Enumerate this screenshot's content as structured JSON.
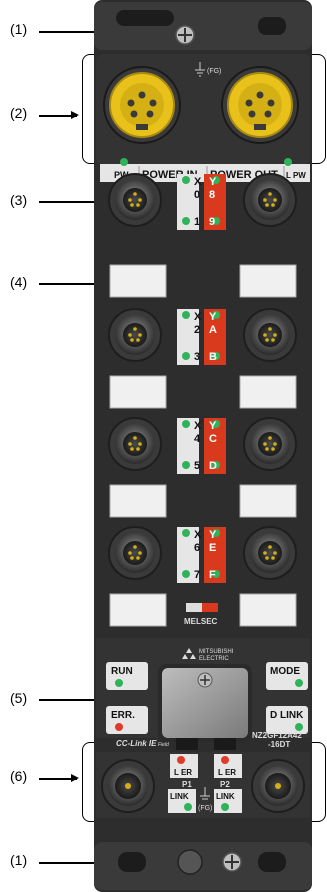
{
  "callouts": [
    {
      "label": "(1)",
      "target": "top-mounting-screw"
    },
    {
      "label": "(2)",
      "target": "power-connectors"
    },
    {
      "label": "(3)",
      "target": "io-connector"
    },
    {
      "label": "(4)",
      "target": "label-plate"
    },
    {
      "label": "(5)",
      "target": "cover"
    },
    {
      "label": "(6)",
      "target": "ethernet-connectors"
    },
    {
      "label": "(1)",
      "target": "bottom-mounting-screw"
    }
  ],
  "device": {
    "fg_top": "(FG)",
    "pw_left": "PW",
    "power_in": "POWER IN",
    "power_out": "POWER OUT",
    "lpw": "L PW",
    "io_rows": [
      {
        "x_top": "X",
        "x_top_digit": "0",
        "x_bot": "1",
        "y_top": "Y",
        "y_top_digit": "8",
        "y_bot": "9"
      },
      {
        "x_top": "X",
        "x_top_digit": "2",
        "x_bot": "3",
        "y_top": "Y",
        "y_top_digit": "A",
        "y_bot": "B"
      },
      {
        "x_top": "X",
        "x_top_digit": "4",
        "x_bot": "5",
        "y_top": "Y",
        "y_top_digit": "C",
        "y_bot": "D"
      },
      {
        "x_top": "X",
        "x_top_digit": "6",
        "x_bot": "7",
        "y_top": "Y",
        "y_top_digit": "E",
        "y_bot": "F"
      }
    ],
    "melsec": "MELSEC",
    "brand_line1": "MITSUBISHI",
    "brand_line2": "ELECTRIC",
    "run": "RUN",
    "err": "ERR.",
    "mode": "MODE",
    "dlink": "D LINK",
    "cclink": "CC-Link IE",
    "cclink_sub": "Field",
    "model_line1": "NZ2GF12A42",
    "model_line2": "-16DT",
    "lerr": "L ER",
    "p1": "P1",
    "p2": "P2",
    "link": "LINK",
    "fg_bottom": "(FG)"
  },
  "colors": {
    "body": "#2d2d2d",
    "yellow_connector": "#e8c21a",
    "led_green": "#2fb35a",
    "led_red": "#e03a2a",
    "y_label_bg": "#d93a1e"
  }
}
